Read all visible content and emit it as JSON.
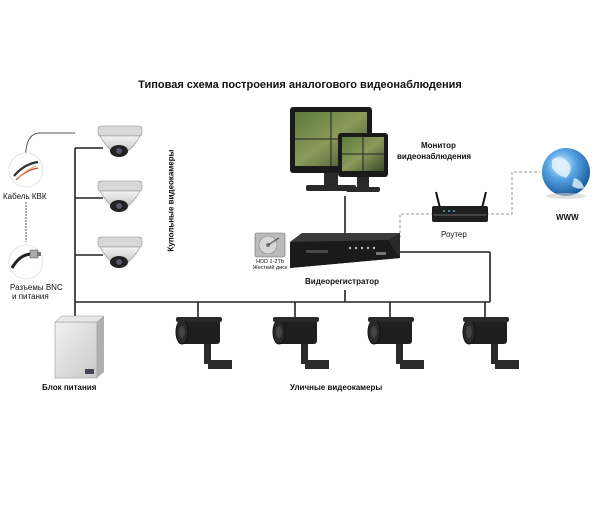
{
  "title": "Типовая схема построения аналогового видеонаблюдения",
  "labels": {
    "cable": "Кабель КВК",
    "bnc": "Разъемы BNC",
    "bnc2": "и питания",
    "dome": "Купольные видеокамеры",
    "monitor1": "Монитор",
    "monitor2": "видеонаблюдения",
    "router": "Роутер",
    "www": "WWW",
    "hdd1": "HDD 1-2Tb",
    "hdd2": "Жесткий диск",
    "dvr": "Видеорегистратор",
    "psu": "Блок питания",
    "street": "Уличные видеокамеры"
  },
  "colors": {
    "line": "#222222",
    "dashed": "#999999",
    "device": "#1e1e1e",
    "globe": "#2f7fc4"
  }
}
